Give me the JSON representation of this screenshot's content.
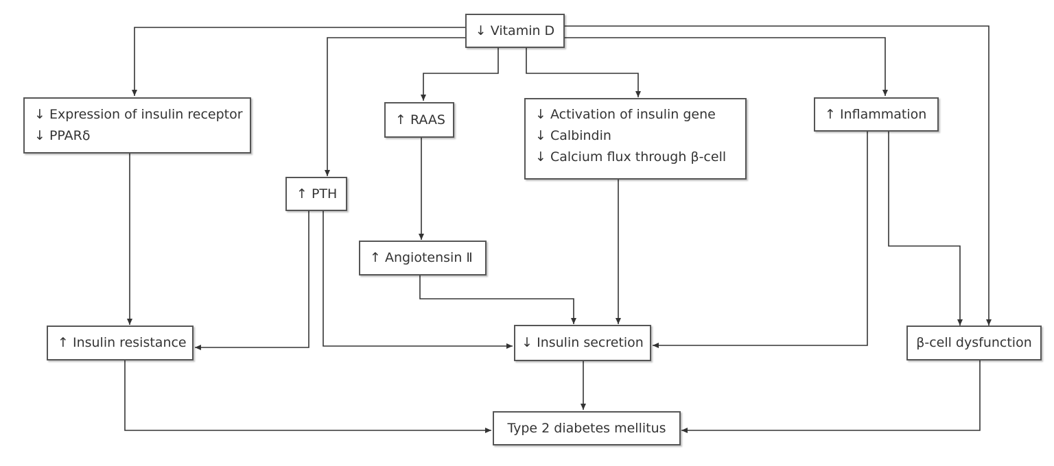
{
  "diagram": {
    "vitamin_d": "↓ Vitamin D",
    "insulin_receptor": {
      "line1": "↓ Expression of insulin receptor",
      "line2": "↓ PPARδ"
    },
    "raas": "↑ RAAS",
    "insulin_gene": {
      "line1": "↓ Activation of insulin gene",
      "line2": "↓ Calbindin",
      "line3": "↓ Calcium flux through β-cell"
    },
    "inflammation": "↑ Inflammation",
    "pth": "↑ PTH",
    "angiotensin": "↑ Angiotensin Ⅱ",
    "insulin_resistance": "↑ Insulin resistance",
    "insulin_secretion": "↓ Insulin secretion",
    "beta_cell": "β-cell dysfunction",
    "t2dm": "Type 2 diabetes mellitus",
    "colors": {
      "line": "#333333",
      "border": "#555555",
      "text": "#333333"
    }
  }
}
